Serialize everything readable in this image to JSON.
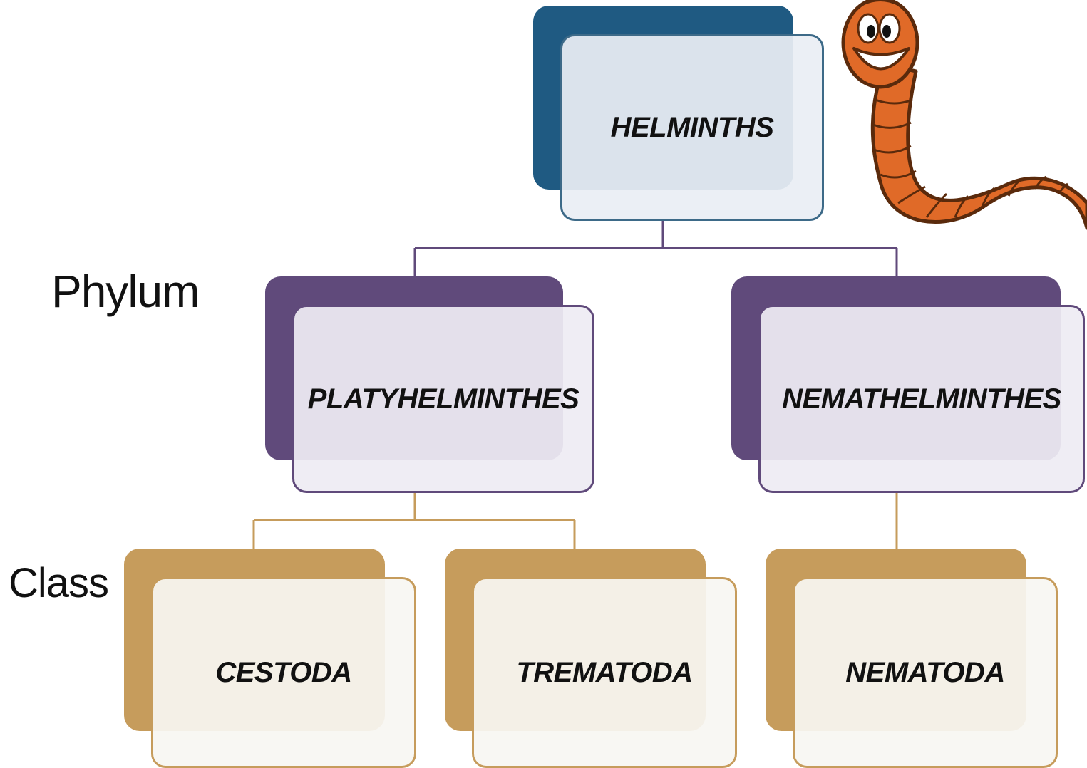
{
  "colors": {
    "root_back": "#1f5a82",
    "root_front_fill": "#e9eef4",
    "root_front_border": "#3d6a88",
    "phylum_back": "#604a7b",
    "phylum_front_fill": "#eeecf3",
    "phylum_front_border": "#604a7b",
    "class_back": "#c69c5c",
    "class_front_fill": "#f8f6f2",
    "class_front_border": "#c69c5c"
  },
  "level_labels": {
    "phylum": "Phylum",
    "class": "Class"
  },
  "nodes": {
    "root": {
      "label": "HELMINTHS"
    },
    "phylum_left": {
      "label": "PLATYHELMINTHES"
    },
    "phylum_right": {
      "label": "NEMATHELMINTHES"
    },
    "class_1": {
      "label": "CESTODA"
    },
    "class_2": {
      "label": "TREMATODA"
    },
    "class_3": {
      "label": "NEMATODA"
    }
  },
  "decorations": {
    "mascot": "cartoon-worm-icon"
  }
}
